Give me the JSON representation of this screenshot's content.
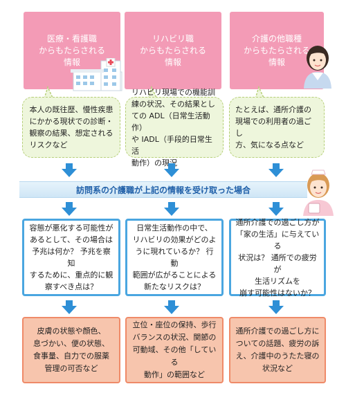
{
  "sources": [
    "医療・看護職\nからもたらされる\n情報",
    "リハビリ職\nからもたらされる\n情報",
    "介護の他職種\nからもたらされる\n情報"
  ],
  "bubbles": [
    "本人の既往歴、慢性疾患\nにかかる現状での診断・\n観察の結果、想定される\nリスクなど",
    "リハビリ現場での機能訓\n練の状況、その結果とし\nての ADL（日常生活動作）\nや IADL（手段的日常生活\n動作）の現況",
    "たとえば、通所介護の\n現場での利用者の過ごし\n方、気になる点など"
  ],
  "banner": "訪問系の介護職が上記の情報を受け取った場合",
  "questions": [
    "容態が悪化する可能性が\nあるとして、その場合は\n予兆は何か？ 予兆を察知\nするために、重点的に観\n察すべき点は？",
    "日常生活動作の中で、\nリハビリの効果がどのよ\nうに現れているか？ 行動\n範囲が広がることによる\n新たなリスクは？",
    "通所介護での過ごし方が\n「家の生活」に与えている\n状況は？ 通所での疲労が\n生活リズムを\n崩す可能性はないか？"
  ],
  "answers": [
    "皮膚の状態や顔色、\n息づかい、便の状態、\n食事量、自力での服薬\n管理の可否など",
    "立位・座位の保持、歩行\nバランスの状況、関節の\n可動域、その他「している\n動作」の範囲など",
    "通所介護での過ごし方に\nついての話題、疲労の訴\nえ、介護中のうたた寝の\n状況など"
  ],
  "colors": {
    "source_pink": "#f39bb6",
    "bubble_green": "#eef6dc",
    "arrow_blue": "#2e8fd6",
    "question_border": "#4aa6e0",
    "answer_fill": "#f7c5ad",
    "answer_border": "#ef8a68",
    "banner_text": "#1f5fa8"
  },
  "icons": [
    "hospital-building-icon",
    "female-caregiver-icon",
    "female-nurse-icon"
  ]
}
